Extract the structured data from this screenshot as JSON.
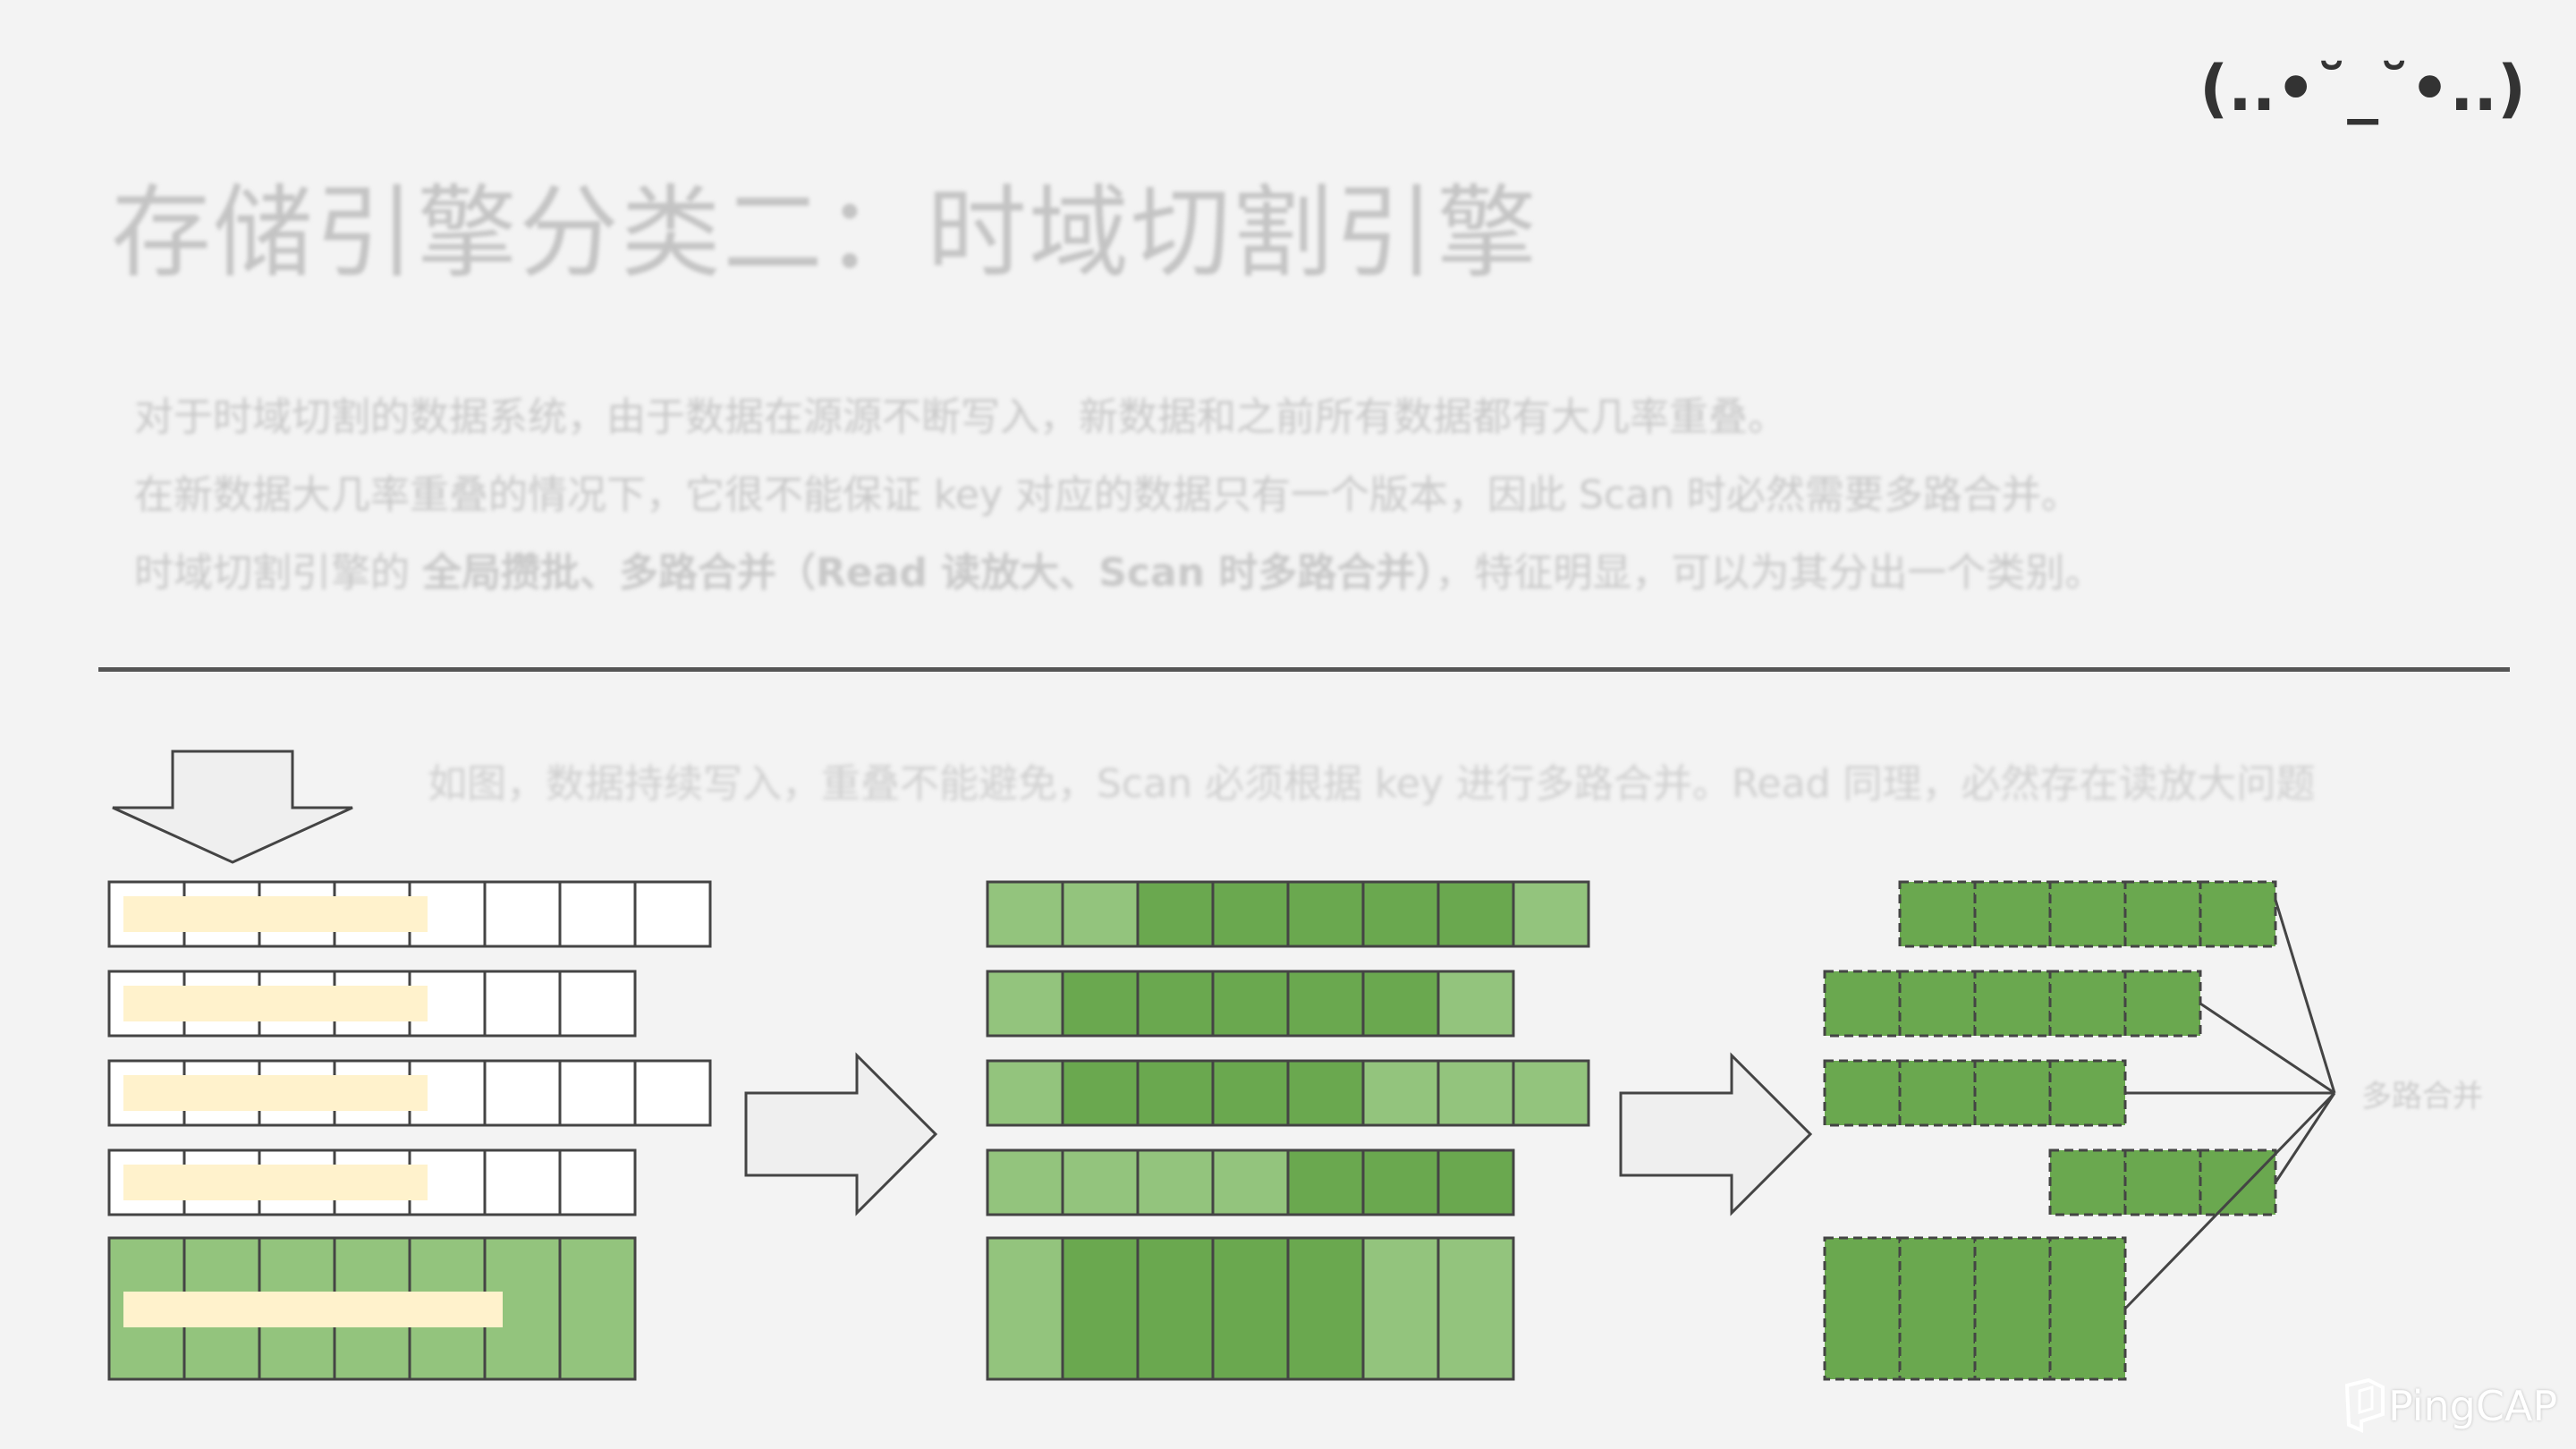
{
  "title": "存储引擎分类二：时域切割引擎",
  "corner_mark": "(..•˘_˘•..)",
  "description": {
    "line1": "对于时域切割的数据系统，由于数据在源源不断写入，新数据和之前所有数据都有大几率重叠。",
    "line2": "在新数据大几率重叠的情况下，它很不能保证 key 对应的数据只有一个版本，因此 Scan 时必然需要多路合并。",
    "line3_prefix": "时域切割引擎的 ",
    "line3_bold": "全局攒批、多路合并（Read 读放大、Scan 时多路合并）",
    "line3_suffix": "，特征明显，可以为其分出一个类别。"
  },
  "caption": "如图，数据持续写入，重叠不能避免，Scan 必须根据 key 进行多路合并。Read 同理，必然存在读放大问题",
  "merge_label": "多路合并",
  "logo": "PingCAP",
  "colors": {
    "background": "#f3f3f3",
    "light_green": "#93c47d",
    "dark_green": "#6aa84f",
    "highlight": "#fff2cc",
    "arrow_fill": "#efefef",
    "line": "#444444"
  },
  "diagram": {
    "left_rows": [
      {
        "cells": 8,
        "fill": "white",
        "highlight_cells": 4.5
      },
      {
        "cells": 7,
        "fill": "white",
        "highlight_cells": 4.5
      },
      {
        "cells": 8,
        "fill": "white",
        "highlight_cells": 4.5
      },
      {
        "cells": 7,
        "fill": "white",
        "highlight_cells": 4.5
      },
      {
        "cells": 7,
        "fill": "light",
        "highlight_cells": 5.5,
        "tall": true
      }
    ],
    "middle_rows": [
      [
        "L",
        "L",
        "D",
        "D",
        "D",
        "D",
        "D",
        "L"
      ],
      [
        "L",
        "D",
        "D",
        "D",
        "D",
        "D",
        "L"
      ],
      [
        "L",
        "D",
        "D",
        "D",
        "D",
        "L",
        "L",
        "L"
      ],
      [
        "L",
        "L",
        "L",
        "L",
        "D",
        "D",
        "D"
      ],
      [
        "L",
        "D",
        "D",
        "D",
        "D",
        "L",
        "L"
      ]
    ],
    "right_runs": [
      {
        "start": 1,
        "cells": 5
      },
      {
        "start": 0,
        "cells": 5
      },
      {
        "start": 0,
        "cells": 4
      },
      {
        "start": 3,
        "cells": 3
      },
      {
        "start": 0,
        "cells": 4
      }
    ]
  }
}
